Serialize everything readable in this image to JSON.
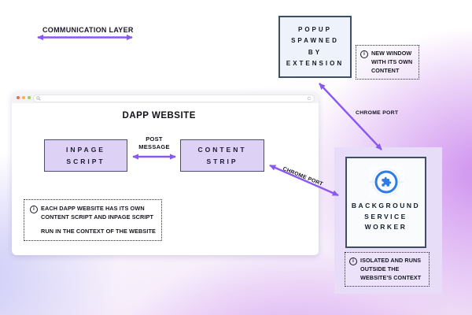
{
  "legend": {
    "label": "COMMUNICATION LAYER"
  },
  "popup": {
    "title": "POPUP\nSPAWNED\nBY\nEXTENSION"
  },
  "popup_note": {
    "info_glyph": "i",
    "text": "NEW WINDOW\nWITH ITS OWN\nCONTENT"
  },
  "labels": {
    "post_message": "POST\nMESSAGE",
    "chrome_port_top": "CHROME PORT",
    "chrome_port_mid": "CHROME PORT"
  },
  "browser": {
    "page_title": "DAPP WEBSITE",
    "inpage_script": "INPAGE\nSCRIPT",
    "content_strip": "CONTENT\nSTRIP",
    "note": {
      "info_glyph": "i",
      "para1": "EACH DAPP WEBSITE HAS ITS OWN\nCONTENT SCRIPT AND INPAGE SCRIPT",
      "para2": "RUN IN THE CONTEXT OF THE WEBSITE"
    }
  },
  "worker": {
    "title": "BACKGROUND\nSERVICE\nWORKER",
    "note": {
      "info_glyph": "i",
      "text": "ISOLATED AND RUNS\nOUTSIDE THE\nWEBSITE'S CONTEXT"
    }
  },
  "colors": {
    "arrow_purple": "#8b57f3",
    "box_fill_purple": "#ddd1f5",
    "box_border_purple": "#4a4e74",
    "card_border_slate": "#3f4e63",
    "panel_fill": "#e7ddf8",
    "extension_icon_blue": "#2e7ce6"
  }
}
